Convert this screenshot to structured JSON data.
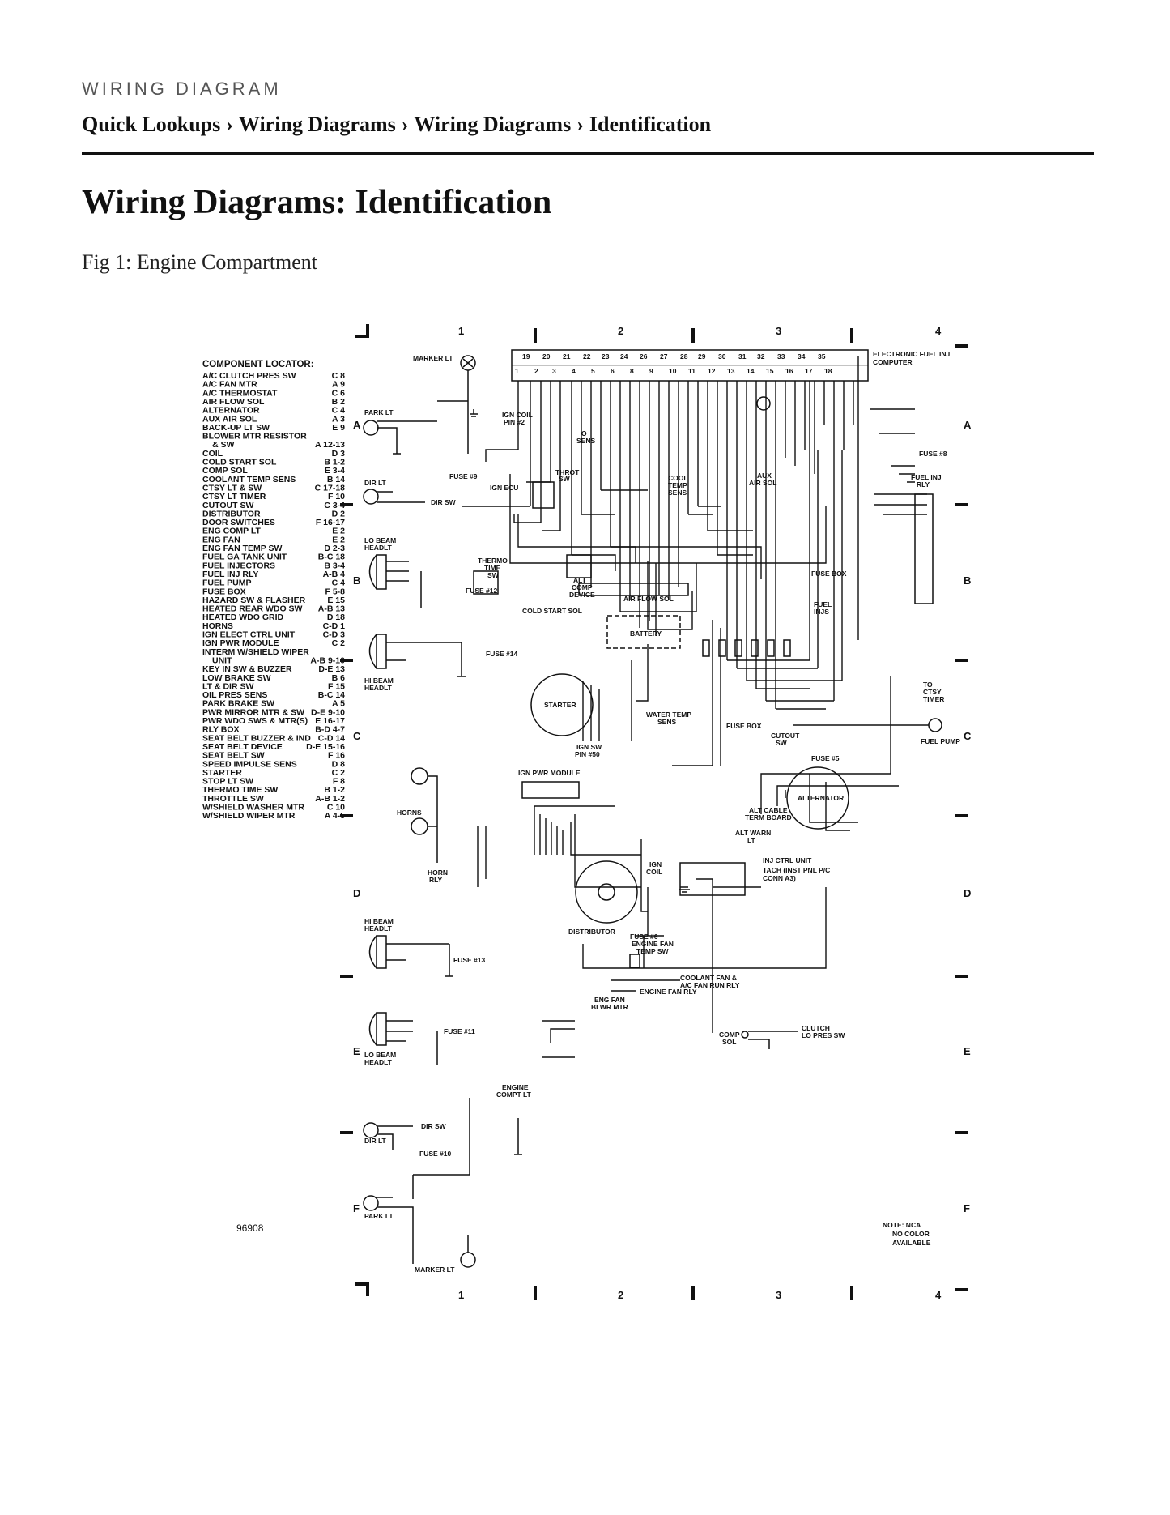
{
  "header": {
    "kicker": "WIRING DIAGRAM",
    "breadcrumb": [
      "Quick Lookups",
      "Wiring Diagrams",
      "Wiring Diagrams",
      "Identification"
    ],
    "separator": "›"
  },
  "page_title": "Wiring Diagrams: Identification",
  "figure_caption": "Fig 1: Engine Compartment",
  "diagram": {
    "locator_title": "COMPONENT LOCATOR:",
    "locator": [
      [
        "A/C CLUTCH PRES SW",
        "C 8"
      ],
      [
        "A/C FAN MTR",
        "A 9"
      ],
      [
        "A/C THERMOSTAT",
        "C 6"
      ],
      [
        "AIR FLOW SOL",
        "B 2"
      ],
      [
        "ALTERNATOR",
        "C 4"
      ],
      [
        "AUX AIR SOL",
        "A 3"
      ],
      [
        "BACK-UP LT SW",
        "E 9"
      ],
      [
        "BLOWER MTR RESISTOR",
        ""
      ],
      [
        "  & SW",
        "A 12-13"
      ],
      [
        "COIL",
        "D 3"
      ],
      [
        "COLD START SOL",
        "B 1-2"
      ],
      [
        "COMP SOL",
        "E 3-4"
      ],
      [
        "COOLANT TEMP SENS",
        "B 14"
      ],
      [
        "CTSY LT & SW",
        "C 17-18"
      ],
      [
        "CTSY LT TIMER",
        "F 10"
      ],
      [
        "CUTOUT SW",
        "C 3-4"
      ],
      [
        "DISTRIBUTOR",
        "D 2"
      ],
      [
        "DOOR SWITCHES",
        "F 16-17"
      ],
      [
        "ENG COMP LT",
        "E 2"
      ],
      [
        "ENG FAN",
        "E 2"
      ],
      [
        "ENG FAN TEMP SW",
        "D 2-3"
      ],
      [
        "FUEL GA TANK UNIT",
        "B-C 18"
      ],
      [
        "FUEL INJECTORS",
        "B 3-4"
      ],
      [
        "FUEL INJ RLY",
        "A-B 4"
      ],
      [
        "FUEL PUMP",
        "C 4"
      ],
      [
        "FUSE BOX",
        "F 5-8"
      ],
      [
        "HAZARD SW & FLASHER",
        "E 15"
      ],
      [
        "HEATED REAR WDO SW",
        "A-B 13"
      ],
      [
        "HEATED WDO GRID",
        "D 18"
      ],
      [
        "HORNS",
        "C-D 1"
      ],
      [
        "IGN ELECT CTRL UNIT",
        "C-D 3"
      ],
      [
        "IGN PWR MODULE",
        "C 2"
      ],
      [
        "INTERM W/SHIELD WIPER",
        ""
      ],
      [
        "  UNIT",
        "A-B 9-10"
      ],
      [
        "KEY IN SW & BUZZER",
        "D-E 13"
      ],
      [
        "LOW BRAKE SW",
        "B 6"
      ],
      [
        "LT & DIR SW",
        "F 15"
      ],
      [
        "OIL PRES SENS",
        "B-C 14"
      ],
      [
        "PARK BRAKE SW",
        "A 5"
      ],
      [
        "PWR MIRROR MTR & SW",
        "D-E 9-10"
      ],
      [
        "PWR WDO SWS & MTR(S)",
        "E 16-17"
      ],
      [
        "RLY BOX",
        "B-D 4-7"
      ],
      [
        "SEAT BELT BUZZER & IND",
        "C-D 14"
      ],
      [
        "SEAT BELT DEVICE",
        "D-E 15-16"
      ],
      [
        "SEAT BELT SW",
        "F 16"
      ],
      [
        "SPEED IMPULSE SENS",
        "D 8"
      ],
      [
        "STARTER",
        "C 2"
      ],
      [
        "STOP LT SW",
        "F 8"
      ],
      [
        "THERMO TIME SW",
        "B 1-2"
      ],
      [
        "THROTTLE SW",
        "A-B 1-2"
      ],
      [
        "W/SHIELD WASHER MTR",
        "C 10"
      ],
      [
        "W/SHIELD WIPER MTR",
        "A 4-5"
      ]
    ],
    "grid_cols": [
      "1",
      "2",
      "3",
      "4"
    ],
    "grid_rows": [
      "A",
      "B",
      "C",
      "D",
      "E",
      "F"
    ],
    "figure_number": "96908",
    "note": [
      "NOTE:  NCA",
      "NO COLOR",
      "AVAILABLE"
    ],
    "labels": {
      "ecu": "ELECTRONIC FUEL INJ",
      "ecu2": "COMPUTER",
      "marker_lt": "MARKER LT",
      "park_lt": "PARK LT",
      "dir_lt": "DIR LT",
      "lo_beam": "LO BEAM",
      "headlt": "HEADLT",
      "hi_beam": "HI BEAM",
      "horns": "HORNS",
      "horn_rly": "HORN",
      "rly": "RLY",
      "starter": "STARTER",
      "battery": "BATTERY",
      "alternator": "ALTERNATOR",
      "distributor": "DISTRIBUTOR",
      "ign_pwr_module": "IGN PWR MODULE",
      "fuel_pump": "FUEL PUMP",
      "fuel_inj_rly": "FUEL INJ",
      "rly2": "RLY",
      "cold_start_sol": "COLD START SOL",
      "air_flow_sol": "AIR FLOW SOL",
      "aux_air_sol": "AUX",
      "aux_air_sol2": "AIR SOL",
      "throt_sw": "THROT",
      "throt_sw2": "SW",
      "cool_temp": "COOL",
      "cool_temp2": "TEMP",
      "cool_temp3": "SENS",
      "thermo_time": "THERMO",
      "thermo_time2": "TIME",
      "thermo_time3": "SW",
      "alt_comp": "ALT",
      "alt_comp2": "COMP",
      "alt_comp3": "DEVICE",
      "fuse_box": "FUSE BOX",
      "cutout_sw": "CUTOUT",
      "cutout_sw2": "SW",
      "water_temp": "WATER TEMP",
      "water_temp2": "SENS",
      "ign_coil": "IGN",
      "ign_coil2": "COIL",
      "inj_ctrl": "INJ CTRL UNIT",
      "tach": "TACH (INST PNL P/C",
      "tach2": "CONN  A3)",
      "engine_fan": "ENGINE FAN",
      "engine_fan2": "TEMP SW",
      "engine_fan_rly": "ENGINE FAN RLY",
      "coolant_fan": "COOLANT FAN &",
      "coolant_fan2": "A/C FAN RUN RLY",
      "eng_fan_mtr": "ENG FAN",
      "eng_fan_mtr2": "BLWR MTR",
      "clutch_sw": "CLUTCH",
      "clutch_sw2": "LO PRES SW",
      "comp_sol": "COMP",
      "comp_sol2": "SOL",
      "engine_compt": "ENGINE",
      "engine_compt2": "COMPT LT",
      "dir_sw": "DIR SW",
      "ign_sw": "IGN SW",
      "ign_sw2": "PIN #50",
      "ign_coil_pin": "IGN COIL",
      "ign_coil_pin2": "PIN #2",
      "o2_sens": "O",
      "o2_sens2": "SENS",
      "alt_cable": "ALT CABLE",
      "alt_cable2": "TERM BOARD",
      "alt_warn": "ALT WARN",
      "alt_warn2": "LT",
      "ctsy_timer": "TO",
      "ctsy_timer2": "CTSY",
      "ctsy_timer3": "TIMER",
      "fuel_injs": "FUEL",
      "fuel_injs2": "INJS",
      "ign_ecu": "IGN ECU",
      "fuse_8": "FUSE #8",
      "fuse_9": "FUSE #9",
      "fuse_12": "FUSE #12",
      "fuse_14": "FUSE #14",
      "fuse_5": "FUSE #5",
      "fuse_6": "FUSE #6",
      "fuse_13": "FUSE #13",
      "fuse_11": "FUSE #11",
      "fuse_10": "FUSE #10"
    }
  }
}
